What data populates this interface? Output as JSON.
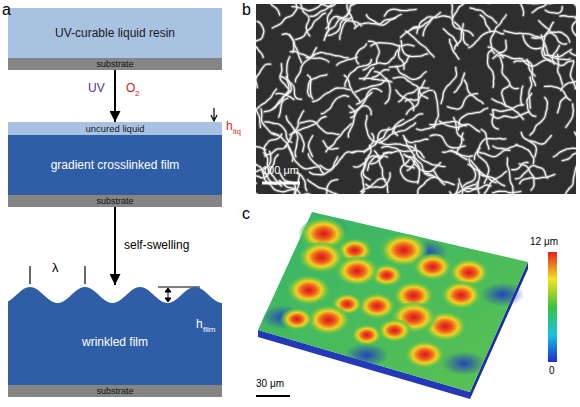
{
  "diagram": {
    "nodes": [
      {
        "text": [
          "UV-curable liquid resin"
        ]
      },
      {
        "text": [
          "substrate"
        ]
      },
      {
        "text": [
          "uncured liquid"
        ]
      },
      {
        "text": [
          "gradient crosslinked film"
        ]
      },
      {
        "text": [
          "substrate"
        ]
      },
      {
        "text": [
          "wrinkled film"
        ]
      },
      {
        "text": [
          "substrate"
        ]
      }
    ],
    "edges": [
      {
        "from": 1,
        "to": 2,
        "arrow": "to"
      },
      {
        "from": 4,
        "to": 5,
        "arrow": "to",
        "label": "self-swelling"
      }
    ],
    "labels": [
      "a",
      "b",
      "c",
      "UV",
      "O",
      "2",
      "h",
      "liq",
      "λ",
      "h",
      "film",
      "100 μm",
      "12 μm",
      "0",
      "30 μm"
    ]
  }
}
